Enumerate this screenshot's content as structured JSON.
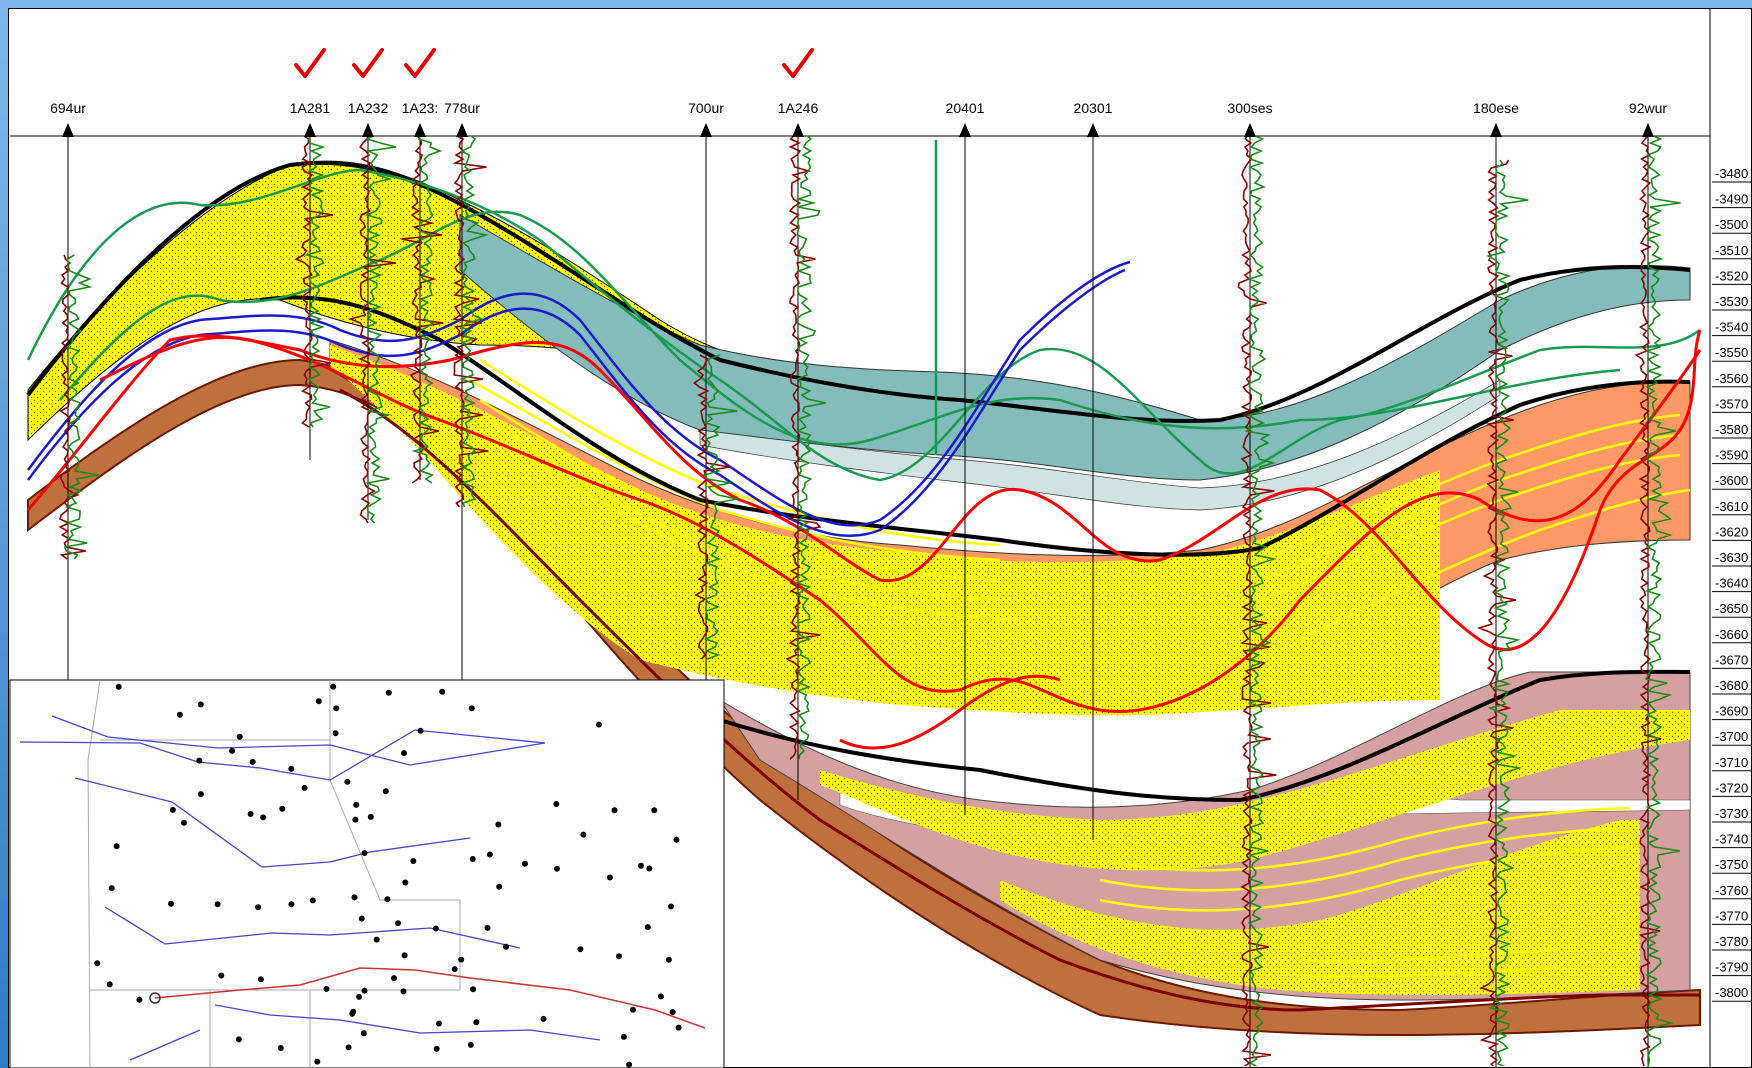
{
  "wells": [
    {
      "name": "694ur",
      "checked": false
    },
    {
      "name": "1A281",
      "checked": true
    },
    {
      "name": "1A232",
      "checked": true
    },
    {
      "name": "1A23:",
      "checked": true
    },
    {
      "name": "778ur",
      "checked": false
    },
    {
      "name": "700ur",
      "checked": false
    },
    {
      "name": "1A246",
      "checked": true
    },
    {
      "name": "20401",
      "checked": false
    },
    {
      "name": "20301",
      "checked": false
    },
    {
      "name": "300ses",
      "checked": false
    },
    {
      "name": "180ese",
      "checked": false
    },
    {
      "name": "92wur",
      "checked": false
    }
  ],
  "depth_ticks": [
    "-3480",
    "-3490",
    "-3500",
    "-3510",
    "-3520",
    "-3530",
    "-3540",
    "-3550",
    "-3560",
    "-3570",
    "-3580",
    "-3590",
    "-3600",
    "-3610",
    "-3620",
    "-3630",
    "-3640",
    "-3650",
    "-3660",
    "-3670",
    "-3680",
    "-3690",
    "-3700",
    "-3710",
    "-3720",
    "-3730",
    "-3740",
    "-3750",
    "-3760",
    "-3770",
    "-3780",
    "-3790",
    "-3800"
  ],
  "colors": {
    "sand": "#ffff00",
    "teal": "#84bcbc",
    "salmon": "#ff9966",
    "mauve": "#d4a0a0",
    "brown": "#c0703c",
    "check": "#e00000",
    "log_red": "#8b0000",
    "log_green": "#1a8a1a",
    "corr_red": "#ff0000",
    "corr_blue": "#1a1acc",
    "corr_green": "#1a9a50",
    "map_line_blue": "#4444cc",
    "map_line_red": "#cc3333"
  },
  "icons": {
    "check": "red-checkmark-icon",
    "well_marker": "triangle-up-icon"
  }
}
